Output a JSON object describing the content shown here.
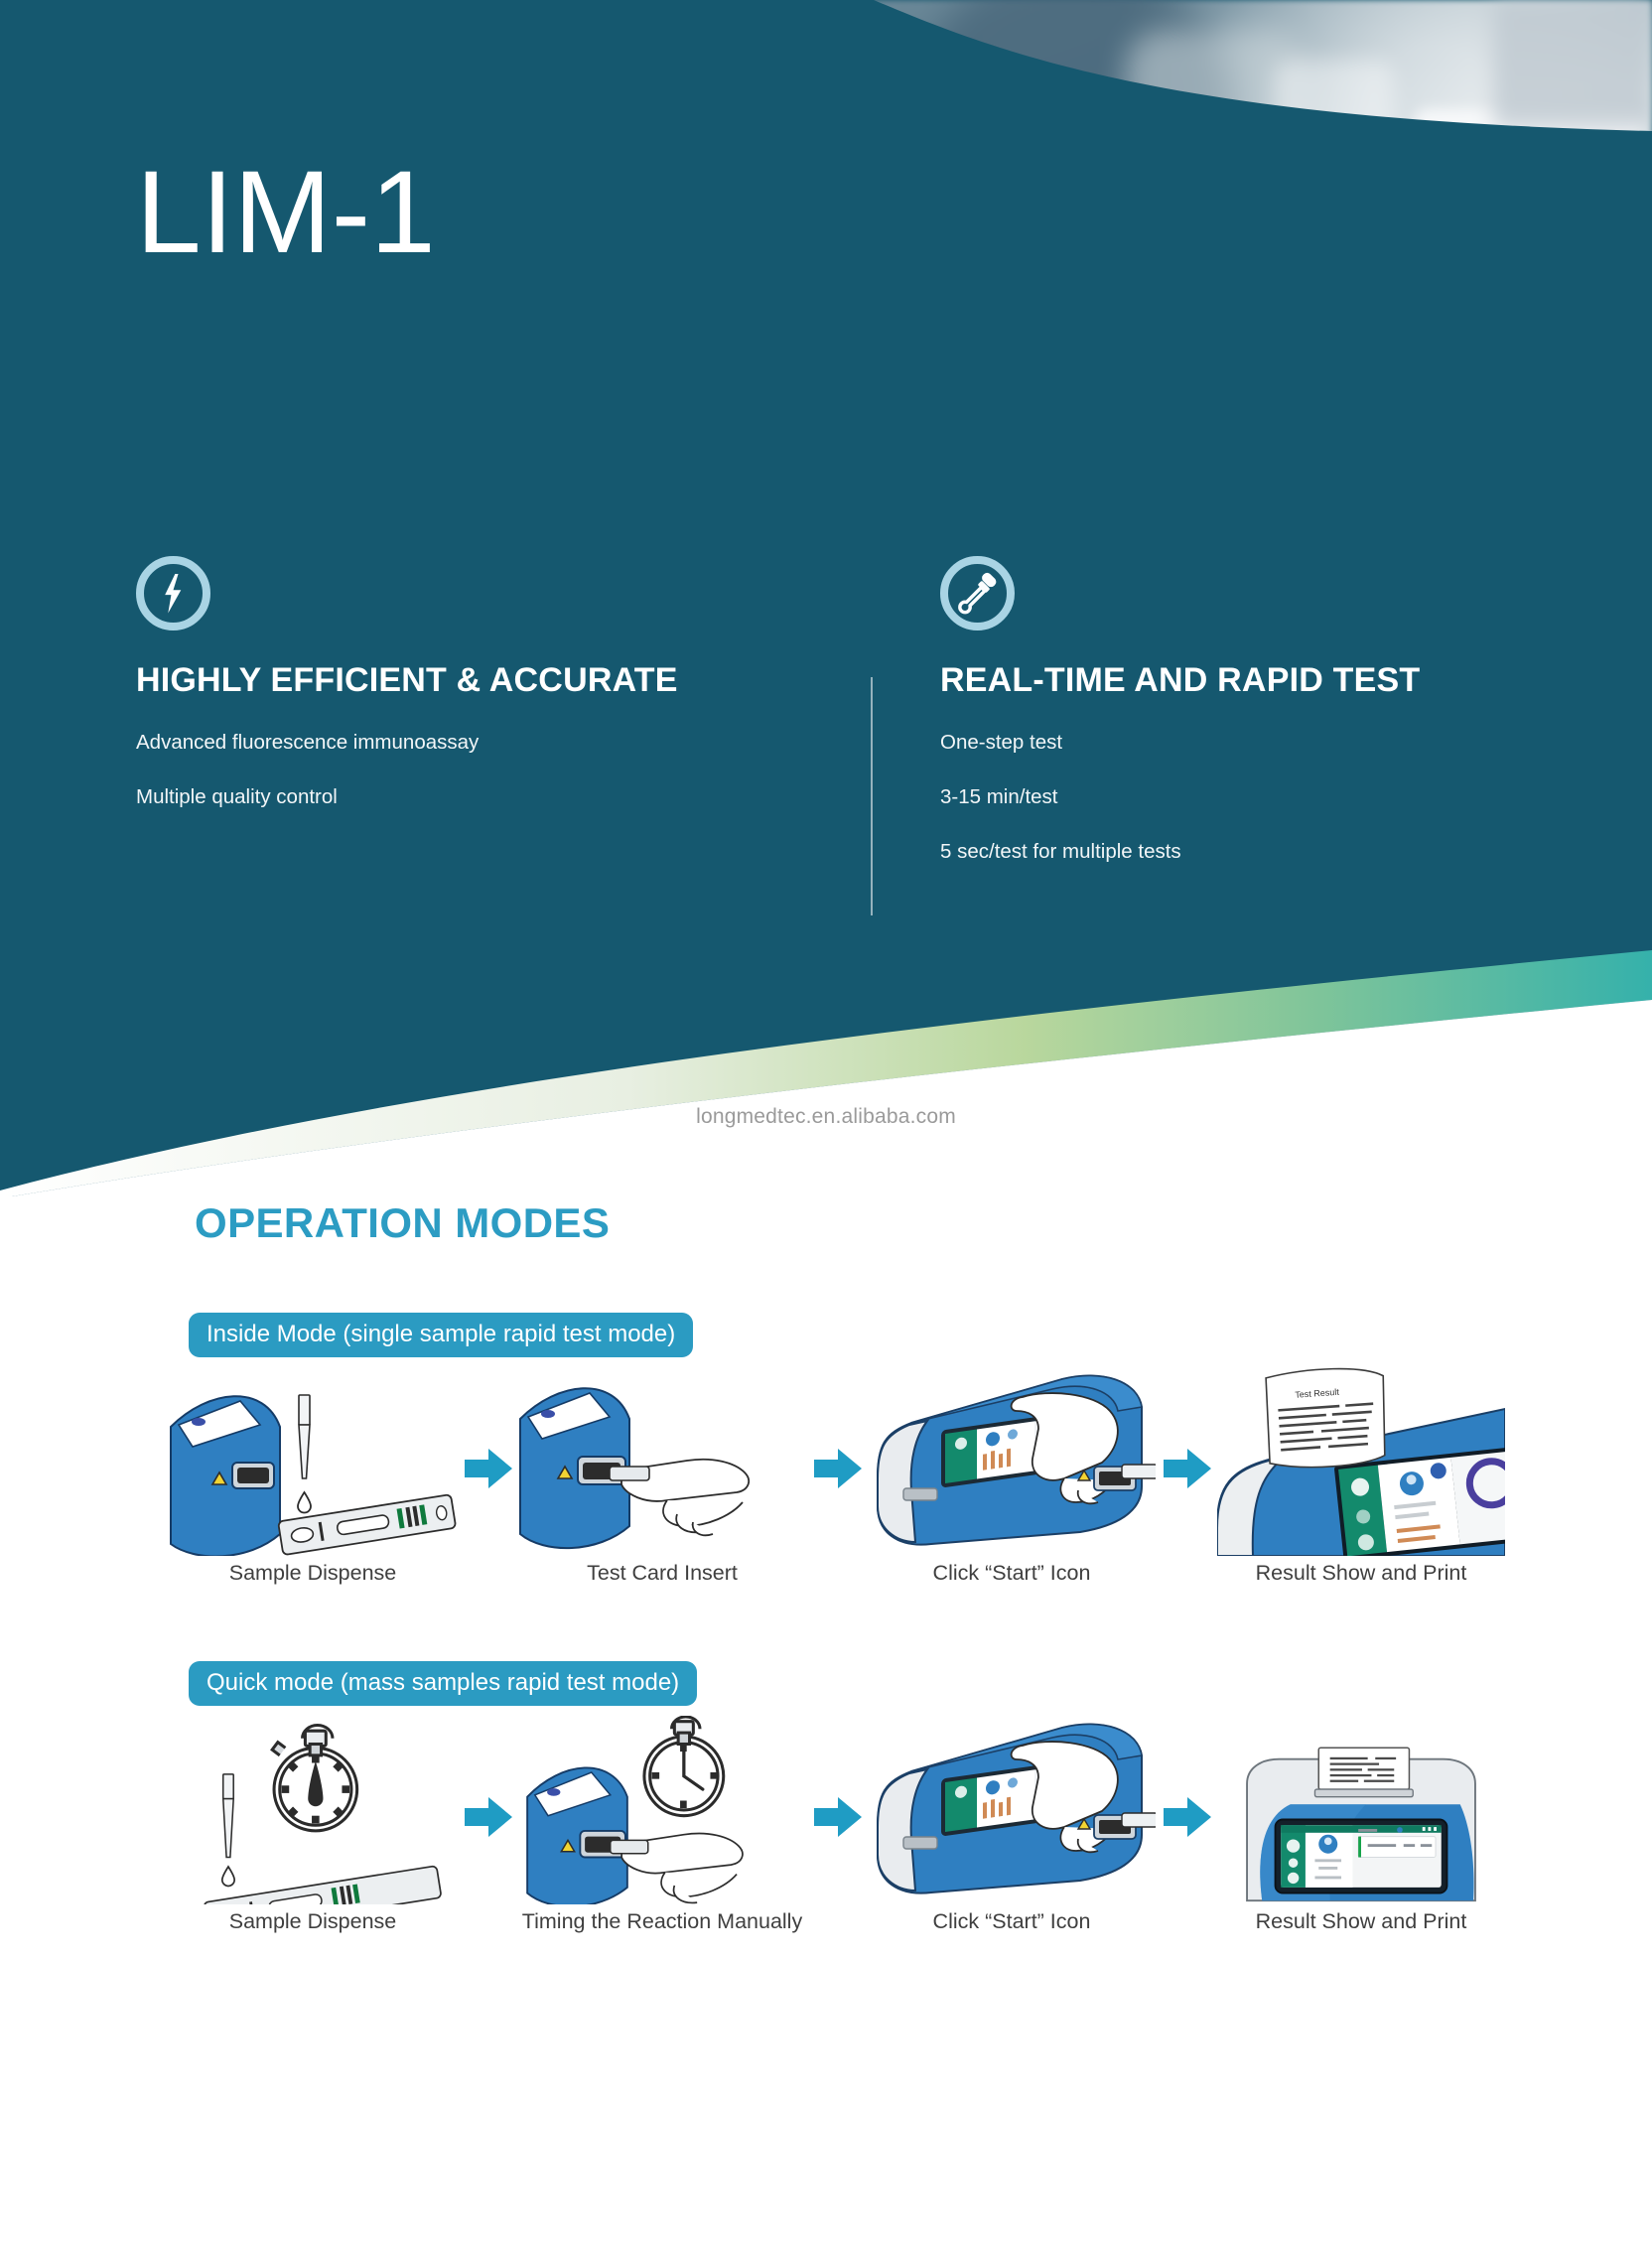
{
  "hero": {
    "product_title": "LIM-1",
    "background_color": "#15586f",
    "accent_ring_color": "#a9d4e4",
    "features": [
      {
        "icon": "lightning-bolt-icon",
        "heading": "HIGHLY EFFICIENT & ACCURATE",
        "bullets": [
          "Advanced fluorescence immunoassay",
          "Multiple quality control"
        ]
      },
      {
        "icon": "dropper-pipette-icon",
        "heading": "REAL-TIME AND RAPID TEST",
        "bullets": [
          "One-step test",
          "3-15 min/test",
          "5 sec/test for multiple tests"
        ]
      }
    ]
  },
  "watermark": "longmedtec.en.alibaba.com",
  "operations": {
    "section_title": "OPERATION MODES",
    "section_title_color": "#2c9cc3",
    "pill_color": "#2b9bc2",
    "arrow_color": "#1f9cc4",
    "modes": [
      {
        "label": "Inside Mode (single sample rapid test mode)",
        "steps": [
          {
            "caption": "Sample Dispense",
            "art": "device-corner-pipette-cassette-art"
          },
          {
            "caption": "Test Card Insert",
            "art": "device-corner-hand-insert-card-art"
          },
          {
            "caption": "Click “Start” Icon",
            "art": "analyzer-hand-touch-screen-art"
          },
          {
            "caption": "Result Show and Print",
            "art": "analyzer-printout-receipt-art"
          }
        ]
      },
      {
        "label": "Quick mode (mass samples rapid test mode)",
        "steps": [
          {
            "caption": "Sample Dispense",
            "art": "pipette-stopwatch-cassette-art"
          },
          {
            "caption": "Timing the Reaction Manually",
            "art": "stopwatch-hand-insert-card-art"
          },
          {
            "caption": "Click “Start” Icon",
            "art": "analyzer-hand-touch-screen-art"
          },
          {
            "caption": "Result Show and Print",
            "art": "analyzer-front-printout-screen-art"
          }
        ]
      }
    ]
  }
}
